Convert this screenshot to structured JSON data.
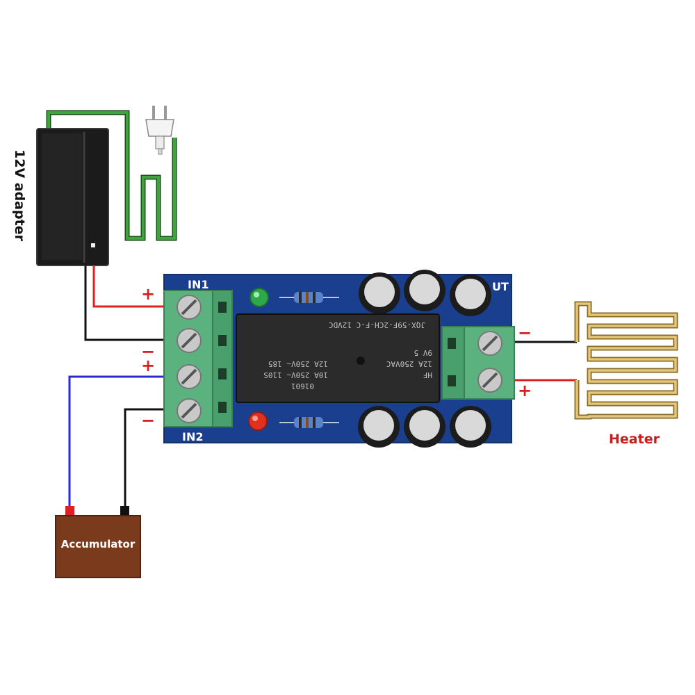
{
  "labels": {
    "adapter": "12V adapter",
    "heater": "Heater",
    "accumulator": "Accumulator",
    "in1": "IN1",
    "in2": "IN2",
    "out": "UT"
  },
  "polarity": {
    "in1_plus": "+",
    "in1_minus": "−",
    "in2_plus": "+",
    "in2_minus": "−",
    "out_minus": "−",
    "out_plus": "+"
  },
  "relay": {
    "line1": "01601",
    "line2": "10A 250V~ 110S",
    "line3": "12A 250V~ 185",
    "line4": "HF",
    "line5": "12A 250VAC",
    "line6": "9V 5",
    "model": "JQX-59F-2CH-F-C 12VDC"
  },
  "colors": {
    "pcb": "#1b3f8f",
    "terminal": "#5cb27e",
    "wire_red": "#e02020",
    "wire_black": "#111111",
    "wire_blue": "#2a2ad0",
    "wire_green": "#2a8a2a",
    "heater_element": "#c9a24e",
    "accumulator": "#7a3b1c"
  }
}
